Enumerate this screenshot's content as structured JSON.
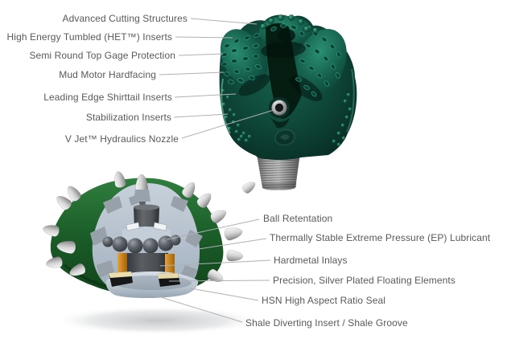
{
  "page": {
    "background_color": "#ffffff",
    "description": "Labeled diagram of a green tricone drill bit (top right) and a roller-cone bearing cutaway illustration (bottom left) with gray leader lines to feature callouts."
  },
  "callouts": {
    "top": [
      {
        "text": "Advanced Cutting Structures"
      },
      {
        "text": "High Energy Tumbled (HET™) Inserts"
      },
      {
        "text": "Semi Round Top Gage Protection"
      },
      {
        "text": "Mud Motor Hardfacing"
      },
      {
        "text": "Leading Edge Shirttail Inserts"
      },
      {
        "text": "Stabilization Inserts"
      },
      {
        "text": "V Jet™ Hydraulics Nozzle"
      }
    ],
    "bottom": [
      {
        "text": "Ball Retentation"
      },
      {
        "text": "Thermally Stable Extreme Pressure (EP) Lubricant"
      },
      {
        "text": "Hardmetal Inlays"
      },
      {
        "text": "Precision, Silver Plated Floating Elements"
      },
      {
        "text": "HSN High Aspect Ratio Seal"
      },
      {
        "text": "Shale Diverting Insert / Shale Groove"
      }
    ]
  },
  "illustrations": {
    "drill_bit": {
      "name": "tricone-drill-bit-photo",
      "body_color": "#0f4a3b",
      "pin_color": "#9a9a9a"
    },
    "cutaway": {
      "name": "roller-cone-cutaway",
      "shell_color": "#1c5f2a",
      "insert_color": "#d5d5d5",
      "interior_color": "#b3bfcb",
      "inlay_color": "#c8821e",
      "seal_color": "#17181a",
      "ball_color": "#33373c"
    }
  },
  "colors": {
    "label_text": "#58595b",
    "leader_line": "#b0b0b3",
    "background": "#ffffff"
  }
}
